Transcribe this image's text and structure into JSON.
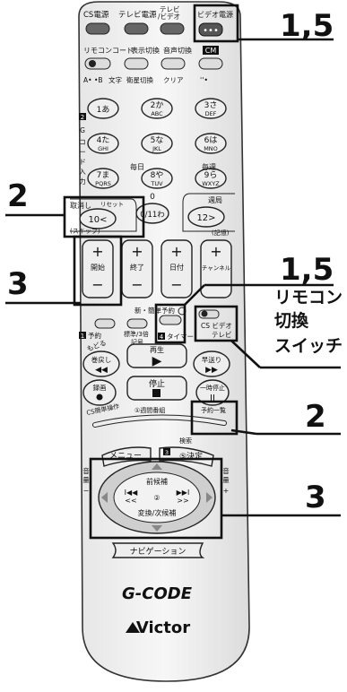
{
  "top_row": [
    "CS電源",
    "テレビ電源",
    "テレビ\n/ビデオ",
    "ビデオ電源"
  ],
  "row2": [
    "リモコンコード",
    "表示切換",
    "音声切換",
    "CM"
  ],
  "row3": [
    "A• •B",
    "文字",
    "衛星切換",
    "クリア"
  ],
  "gcode_side": "G コード 入力",
  "gcode_badge": "2",
  "keys": [
    {
      "main": "1あ",
      "sub": ""
    },
    {
      "main": "2か",
      "sub": "ABC"
    },
    {
      "main": "3さ",
      "sub": "DEF"
    },
    {
      "main": "4た",
      "sub": "GHI"
    },
    {
      "main": "5な",
      "sub": "JKL"
    },
    {
      "main": "6は",
      "sub": "MNO"
    },
    {
      "main": "7ま",
      "sub": "PQRS"
    },
    {
      "main": "8や",
      "sub": "TUV"
    },
    {
      "main": "9ら",
      "sub": "WXYZ"
    }
  ],
  "mainichi": "毎日",
  "maishu": "毎週",
  "zero_label": "0",
  "torikeshi": "取消し",
  "reset": "リセット",
  "skip": "(スキップ)",
  "key10": "10<",
  "key011": "0/11わ",
  "shuukyoku": "週局",
  "key12": "12>",
  "kioku": "(記憶)",
  "plus_buttons": [
    "開始",
    "終了",
    "日付",
    "チャンネル"
  ],
  "plus_sign": "+",
  "minus_sign": "−",
  "shinsoku": "新・簡単予約",
  "yoyaku": "予約",
  "hyoujun": "標準/3倍\n記号",
  "timer": "タイマー",
  "cs_video_tv": "CS ビデオ\nテレビ",
  "modoru": "もどる",
  "makimodoshi": "巻戻し",
  "saisei": "再生",
  "hayaokuri": "早送り",
  "rokuga": "録画",
  "teishi": "停止",
  "ichiji": "一時停止",
  "cs_kantan": "CS簡単操作",
  "shuukan": "①週間番組",
  "yoyaku_ichiran": "予約一覧",
  "menu": "メニュー",
  "kettei": "決定",
  "kensaku": "検索",
  "onryo": "音量",
  "zenkouho": "前候補",
  "henkan": "変換/次候補",
  "navigation": "ナビゲーション",
  "gcode_logo": "G-CODE",
  "victor": "Victor",
  "callouts": [
    {
      "id": "top-right",
      "text": "1,5"
    },
    {
      "id": "left-upper",
      "text": "2"
    },
    {
      "id": "left-lower",
      "text": "3"
    },
    {
      "id": "mid-right",
      "text": "1,5"
    },
    {
      "id": "switch",
      "text": "リモコン\n切換\nスイッチ"
    },
    {
      "id": "right-lower",
      "text": "2"
    },
    {
      "id": "bottom-right",
      "text": "3"
    }
  ]
}
